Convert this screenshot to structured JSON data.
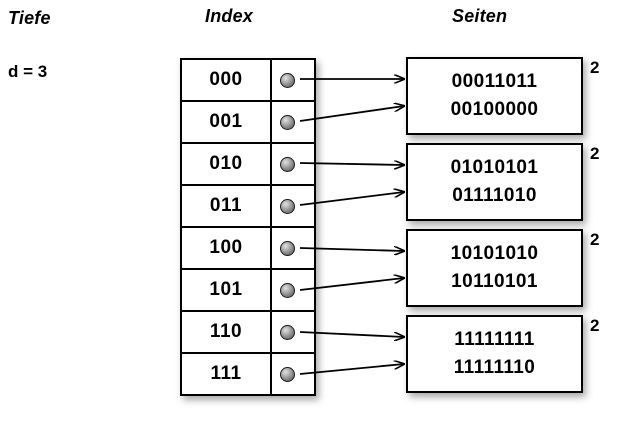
{
  "headers": {
    "depth": "Tiefe",
    "index": "Index",
    "pages": "Seiten"
  },
  "depth": {
    "label": "d = 3",
    "value": 3
  },
  "index_table": {
    "rows": [
      {
        "key": "000",
        "pointer": "pointer-dot",
        "page": 0
      },
      {
        "key": "001",
        "pointer": "pointer-dot",
        "page": 0
      },
      {
        "key": "010",
        "pointer": "pointer-dot",
        "page": 1
      },
      {
        "key": "011",
        "pointer": "pointer-dot",
        "page": 1
      },
      {
        "key": "100",
        "pointer": "pointer-dot",
        "page": 2
      },
      {
        "key": "101",
        "pointer": "pointer-dot",
        "page": 2
      },
      {
        "key": "110",
        "pointer": "pointer-dot",
        "page": 3
      },
      {
        "key": "111",
        "pointer": "pointer-dot",
        "page": 3
      }
    ]
  },
  "pages": [
    {
      "lines": [
        "00011011",
        "00100000"
      ],
      "badge": "2"
    },
    {
      "lines": [
        "01010101",
        "01111010"
      ],
      "badge": "2"
    },
    {
      "lines": [
        "10101010",
        "10110101"
      ],
      "badge": "2"
    },
    {
      "lines": [
        "11111111",
        "11111110"
      ],
      "badge": "2"
    }
  ],
  "colors": {
    "background": "#ffffff",
    "stroke": "#000000",
    "text": "#000000",
    "dot_light": "#e2e2e2",
    "dot_dark": "#5e5e5e"
  }
}
